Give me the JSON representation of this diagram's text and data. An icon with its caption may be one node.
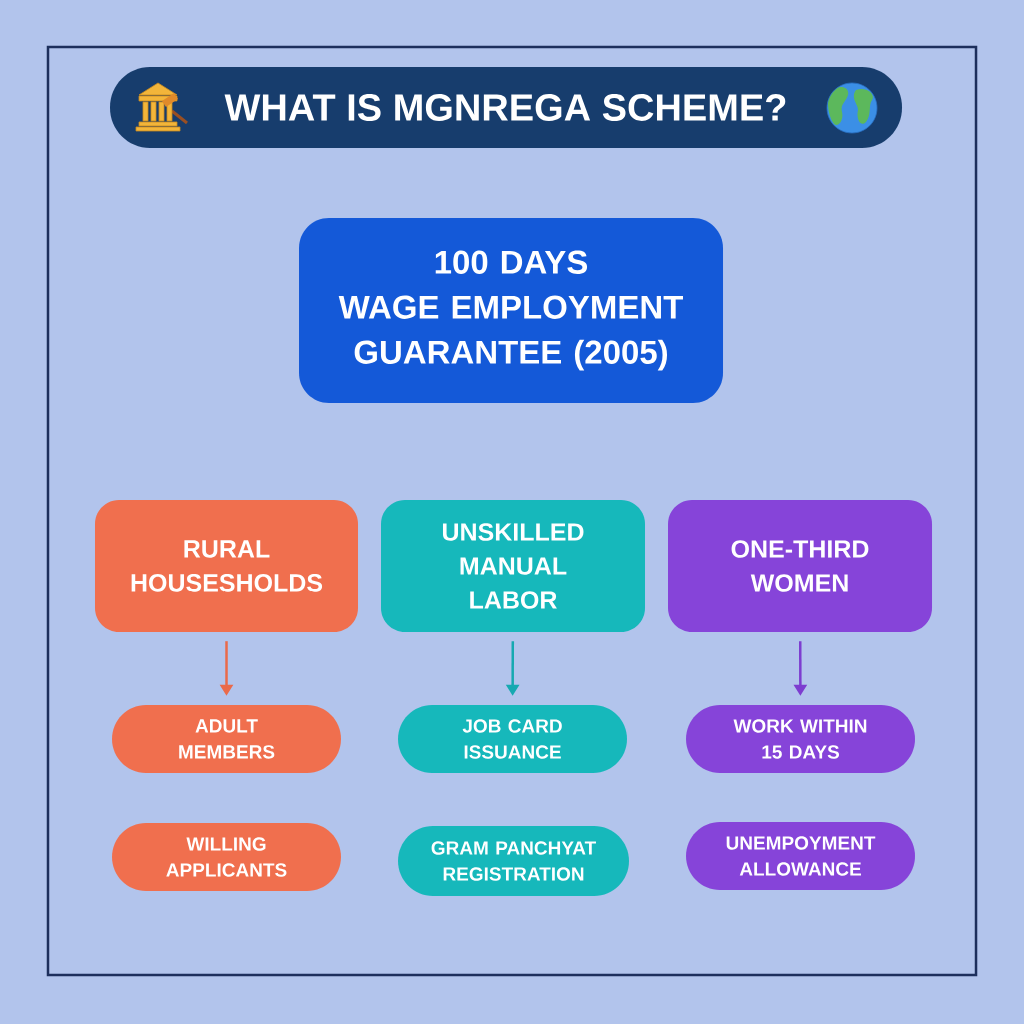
{
  "diagram": {
    "title": "WHAT IS MGNREGA SCHEME?",
    "nodes": [
      {
        "text": [
          "100 DAYS WAGE EMPLOYMENT GUARANTEE (2005)"
        ]
      },
      {
        "text": [
          "RURAL HOUSESHOLDS"
        ]
      },
      {
        "text": [
          "UNSKILLED MANUAL LABOR"
        ]
      },
      {
        "text": [
          "ONE-THIRD WOMEN"
        ]
      },
      {
        "text": [
          "ADULT MEMBERS"
        ]
      },
      {
        "text": [
          "JOB CARD ISSUANCE"
        ]
      },
      {
        "text": [
          "WORK WITHIN 15 DAYS"
        ]
      },
      {
        "text": [
          "WILLING APPLICANTS"
        ]
      },
      {
        "text": [
          "GRAM PANCHYAT REGISTRATION"
        ]
      },
      {
        "text": [
          "UNEMPOYMENT ALLOWANCE"
        ]
      }
    ],
    "edges": [
      {
        "from": 1,
        "to": 4,
        "arrow": "to",
        "color": "#ea6a4a"
      },
      {
        "from": 2,
        "to": 5,
        "arrow": "to",
        "color": "#16a9b1"
      },
      {
        "from": 3,
        "to": 6,
        "arrow": "to",
        "color": "#7d3dd0"
      }
    ]
  }
}
